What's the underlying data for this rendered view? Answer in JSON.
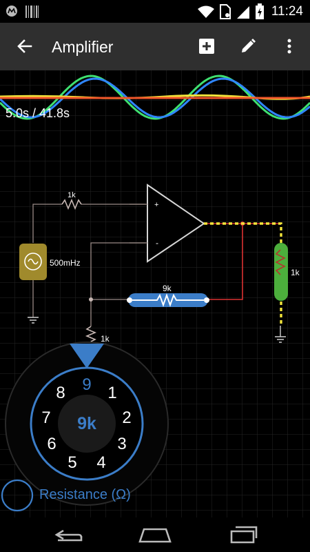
{
  "status_bar": {
    "time": "11:24"
  },
  "app_bar": {
    "title": "Amplifier"
  },
  "simulation": {
    "time_readout": "5.0s / 41.8s"
  },
  "circuit": {
    "labels": {
      "r_input": "1k",
      "source": "500mHz",
      "opamp_plus": "+",
      "opamp_minus": "-",
      "r_feedback": "9k",
      "r_ground": "1k",
      "r_load": "1k"
    }
  },
  "dial": {
    "value": "9k",
    "selected_digit": "9",
    "digits": [
      "1",
      "2",
      "3",
      "4",
      "5",
      "6",
      "7",
      "8"
    ],
    "parameter_label": "Resistance (Ω)"
  },
  "colors": {
    "accent": "#3b7dc8",
    "wave_red": "#f0552a",
    "wave_yellow": "#f2e43a",
    "wave_green": "#3fe070",
    "wave_blue": "#2f86ff",
    "selection_green": "#4caf3c",
    "source_gold": "#a08a2c"
  }
}
